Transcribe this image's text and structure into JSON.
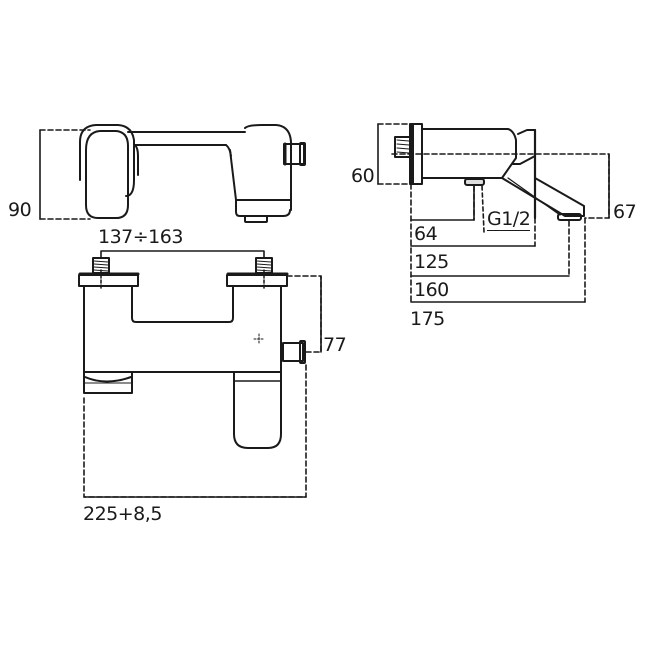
{
  "drawing": {
    "title": "Bath/shower mixer technical dimension drawing",
    "line_color": "#1a1a1a",
    "views": {
      "front_top": {
        "dimensions": {
          "height": "90"
        }
      },
      "front_main": {
        "dimensions": {
          "centers": "137÷163",
          "outlet_height": "77",
          "width": "225+8,5"
        }
      },
      "side": {
        "dimensions": {
          "body_height": "60",
          "spout_drop": "67",
          "thread": "G1/2",
          "d1": "64",
          "d2": "125",
          "d3": "160",
          "d4": "175"
        }
      }
    }
  }
}
